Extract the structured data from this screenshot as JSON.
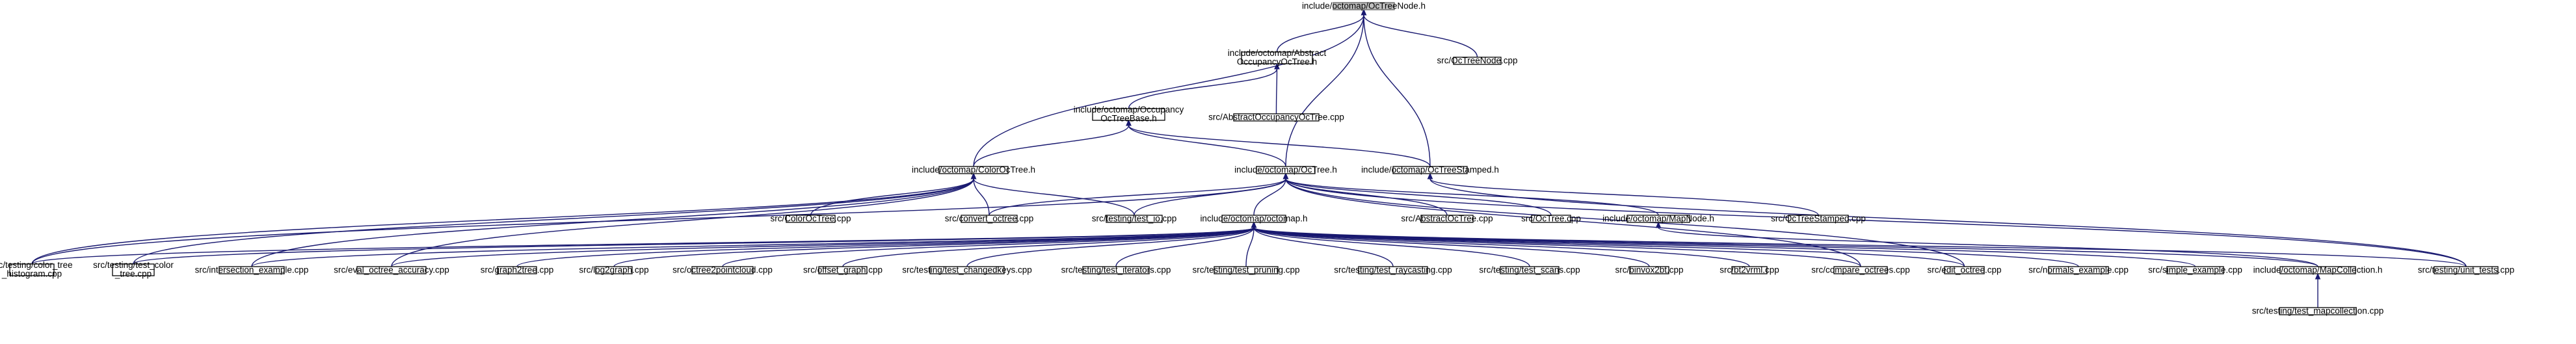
{
  "graph": {
    "nodes": [
      {
        "id": "octreenode_h",
        "lines": [
          "include/octomap/OcTreeNode.h"
        ],
        "root": true
      },
      {
        "id": "abstract_occ_h",
        "lines": [
          "include/octomap/Abstract",
          "OccupancyOcTree.h"
        ]
      },
      {
        "id": "octreenode_cpp",
        "lines": [
          "src/OcTreeNode.cpp"
        ]
      },
      {
        "id": "occ_base_h",
        "lines": [
          "include/octomap/Occupancy",
          "OcTreeBase.h"
        ]
      },
      {
        "id": "abstract_occ_cpp",
        "lines": [
          "src/AbstractOccupancyOcTree.cpp"
        ]
      },
      {
        "id": "color_octree_h",
        "lines": [
          "include/octomap/ColorOcTree.h"
        ]
      },
      {
        "id": "octree_h",
        "lines": [
          "include/octomap/OcTree.h"
        ]
      },
      {
        "id": "octree_stamped_h",
        "lines": [
          "include/octomap/OcTreeStamped.h"
        ]
      },
      {
        "id": "color_octree_cpp",
        "lines": [
          "src/ColorOcTree.cpp"
        ]
      },
      {
        "id": "convert_octree_cpp",
        "lines": [
          "src/convert_octree.cpp"
        ]
      },
      {
        "id": "test_io_cpp",
        "lines": [
          "src/testing/test_io.cpp"
        ]
      },
      {
        "id": "octomap_h",
        "lines": [
          "include/octomap/octomap.h"
        ]
      },
      {
        "id": "abstract_octree_cpp",
        "lines": [
          "src/AbstractOcTree.cpp"
        ]
      },
      {
        "id": "octree_cpp",
        "lines": [
          "src/OcTree.cpp"
        ]
      },
      {
        "id": "mapnode_h",
        "lines": [
          "include/octomap/MapNode.h"
        ]
      },
      {
        "id": "octree_stamped_cpp",
        "lines": [
          "src/OcTreeStamped.cpp"
        ]
      },
      {
        "id": "color_tree_hist_cpp",
        "lines": [
          "src/testing/color_tree",
          "_histogram.cpp"
        ]
      },
      {
        "id": "test_color_tree_cpp",
        "lines": [
          "src/testing/test_color",
          "_tree.cpp"
        ]
      },
      {
        "id": "intersection_cpp",
        "lines": [
          "src/intersection_example.cpp"
        ]
      },
      {
        "id": "eval_accuracy_cpp",
        "lines": [
          "src/eval_octree_accuracy.cpp"
        ]
      },
      {
        "id": "graph2tree_cpp",
        "lines": [
          "src/graph2tree.cpp"
        ]
      },
      {
        "id": "log2graph_cpp",
        "lines": [
          "src/log2graph.cpp"
        ]
      },
      {
        "id": "octree2pointcloud_cpp",
        "lines": [
          "src/octree2pointcloud.cpp"
        ]
      },
      {
        "id": "offset_graph_cpp",
        "lines": [
          "src/offset_graph.cpp"
        ]
      },
      {
        "id": "test_changedkeys_cpp",
        "lines": [
          "src/testing/test_changedkeys.cpp"
        ]
      },
      {
        "id": "test_iterators_cpp",
        "lines": [
          "src/testing/test_iterators.cpp"
        ]
      },
      {
        "id": "test_pruning_cpp",
        "lines": [
          "src/testing/test_pruning.cpp"
        ]
      },
      {
        "id": "test_raycasting_cpp",
        "lines": [
          "src/testing/test_raycasting.cpp"
        ]
      },
      {
        "id": "test_scans_cpp",
        "lines": [
          "src/testing/test_scans.cpp"
        ]
      },
      {
        "id": "binvox2bt_cpp",
        "lines": [
          "src/binvox2bt.cpp"
        ]
      },
      {
        "id": "bt2vrml_cpp",
        "lines": [
          "src/bt2vrml.cpp"
        ]
      },
      {
        "id": "compare_octrees_cpp",
        "lines": [
          "src/compare_octrees.cpp"
        ]
      },
      {
        "id": "edit_octree_cpp",
        "lines": [
          "src/edit_octree.cpp"
        ]
      },
      {
        "id": "normals_example_cpp",
        "lines": [
          "src/normals_example.cpp"
        ]
      },
      {
        "id": "simple_example_cpp",
        "lines": [
          "src/simple_example.cpp"
        ]
      },
      {
        "id": "mapcollection_h",
        "lines": [
          "include/octomap/MapCollection.h"
        ]
      },
      {
        "id": "unit_tests_cpp",
        "lines": [
          "src/testing/unit_tests.cpp"
        ]
      },
      {
        "id": "test_mapcollection_cpp",
        "lines": [
          "src/testing/test_mapcollection.cpp"
        ]
      }
    ],
    "edges": [
      [
        "octreenode_h",
        "abstract_occ_h"
      ],
      [
        "octreenode_h",
        "octreenode_cpp"
      ],
      [
        "octreenode_h",
        "color_octree_h"
      ],
      [
        "octreenode_h",
        "octree_h"
      ],
      [
        "octreenode_h",
        "octree_stamped_h"
      ],
      [
        "abstract_occ_h",
        "occ_base_h"
      ],
      [
        "abstract_occ_h",
        "abstract_occ_cpp"
      ],
      [
        "occ_base_h",
        "color_octree_h"
      ],
      [
        "occ_base_h",
        "octree_h"
      ],
      [
        "occ_base_h",
        "octree_stamped_h"
      ],
      [
        "color_octree_h",
        "color_octree_cpp"
      ],
      [
        "color_octree_h",
        "convert_octree_cpp"
      ],
      [
        "color_octree_h",
        "test_io_cpp"
      ],
      [
        "color_octree_h",
        "color_tree_hist_cpp"
      ],
      [
        "color_octree_h",
        "test_color_tree_cpp"
      ],
      [
        "color_octree_h",
        "intersection_cpp"
      ],
      [
        "color_octree_h",
        "eval_accuracy_cpp"
      ],
      [
        "octree_h",
        "convert_octree_cpp"
      ],
      [
        "octree_h",
        "test_io_cpp"
      ],
      [
        "octree_h",
        "octomap_h"
      ],
      [
        "octree_h",
        "abstract_octree_cpp"
      ],
      [
        "octree_h",
        "octree_cpp"
      ],
      [
        "octree_h",
        "mapnode_h"
      ],
      [
        "octree_h",
        "color_tree_hist_cpp"
      ],
      [
        "octree_h",
        "compare_octrees_cpp"
      ],
      [
        "octree_h",
        "edit_octree_cpp"
      ],
      [
        "octree_h",
        "unit_tests_cpp"
      ],
      [
        "octree_stamped_h",
        "octree_stamped_cpp"
      ],
      [
        "octree_stamped_h",
        "unit_tests_cpp"
      ],
      [
        "octomap_h",
        "color_tree_hist_cpp"
      ],
      [
        "octomap_h",
        "test_color_tree_cpp"
      ],
      [
        "octomap_h",
        "intersection_cpp"
      ],
      [
        "octomap_h",
        "eval_accuracy_cpp"
      ],
      [
        "octomap_h",
        "graph2tree_cpp"
      ],
      [
        "octomap_h",
        "log2graph_cpp"
      ],
      [
        "octomap_h",
        "octree2pointcloud_cpp"
      ],
      [
        "octomap_h",
        "offset_graph_cpp"
      ],
      [
        "octomap_h",
        "test_changedkeys_cpp"
      ],
      [
        "octomap_h",
        "test_iterators_cpp"
      ],
      [
        "octomap_h",
        "test_pruning_cpp"
      ],
      [
        "octomap_h",
        "test_raycasting_cpp"
      ],
      [
        "octomap_h",
        "test_scans_cpp"
      ],
      [
        "octomap_h",
        "binvox2bt_cpp"
      ],
      [
        "octomap_h",
        "bt2vrml_cpp"
      ],
      [
        "octomap_h",
        "compare_octrees_cpp"
      ],
      [
        "octomap_h",
        "edit_octree_cpp"
      ],
      [
        "octomap_h",
        "normals_example_cpp"
      ],
      [
        "octomap_h",
        "simple_example_cpp"
      ],
      [
        "octomap_h",
        "mapcollection_h"
      ],
      [
        "octomap_h",
        "unit_tests_cpp"
      ],
      [
        "mapnode_h",
        "mapcollection_h"
      ],
      [
        "mapcollection_h",
        "test_mapcollection_cpp"
      ]
    ]
  }
}
